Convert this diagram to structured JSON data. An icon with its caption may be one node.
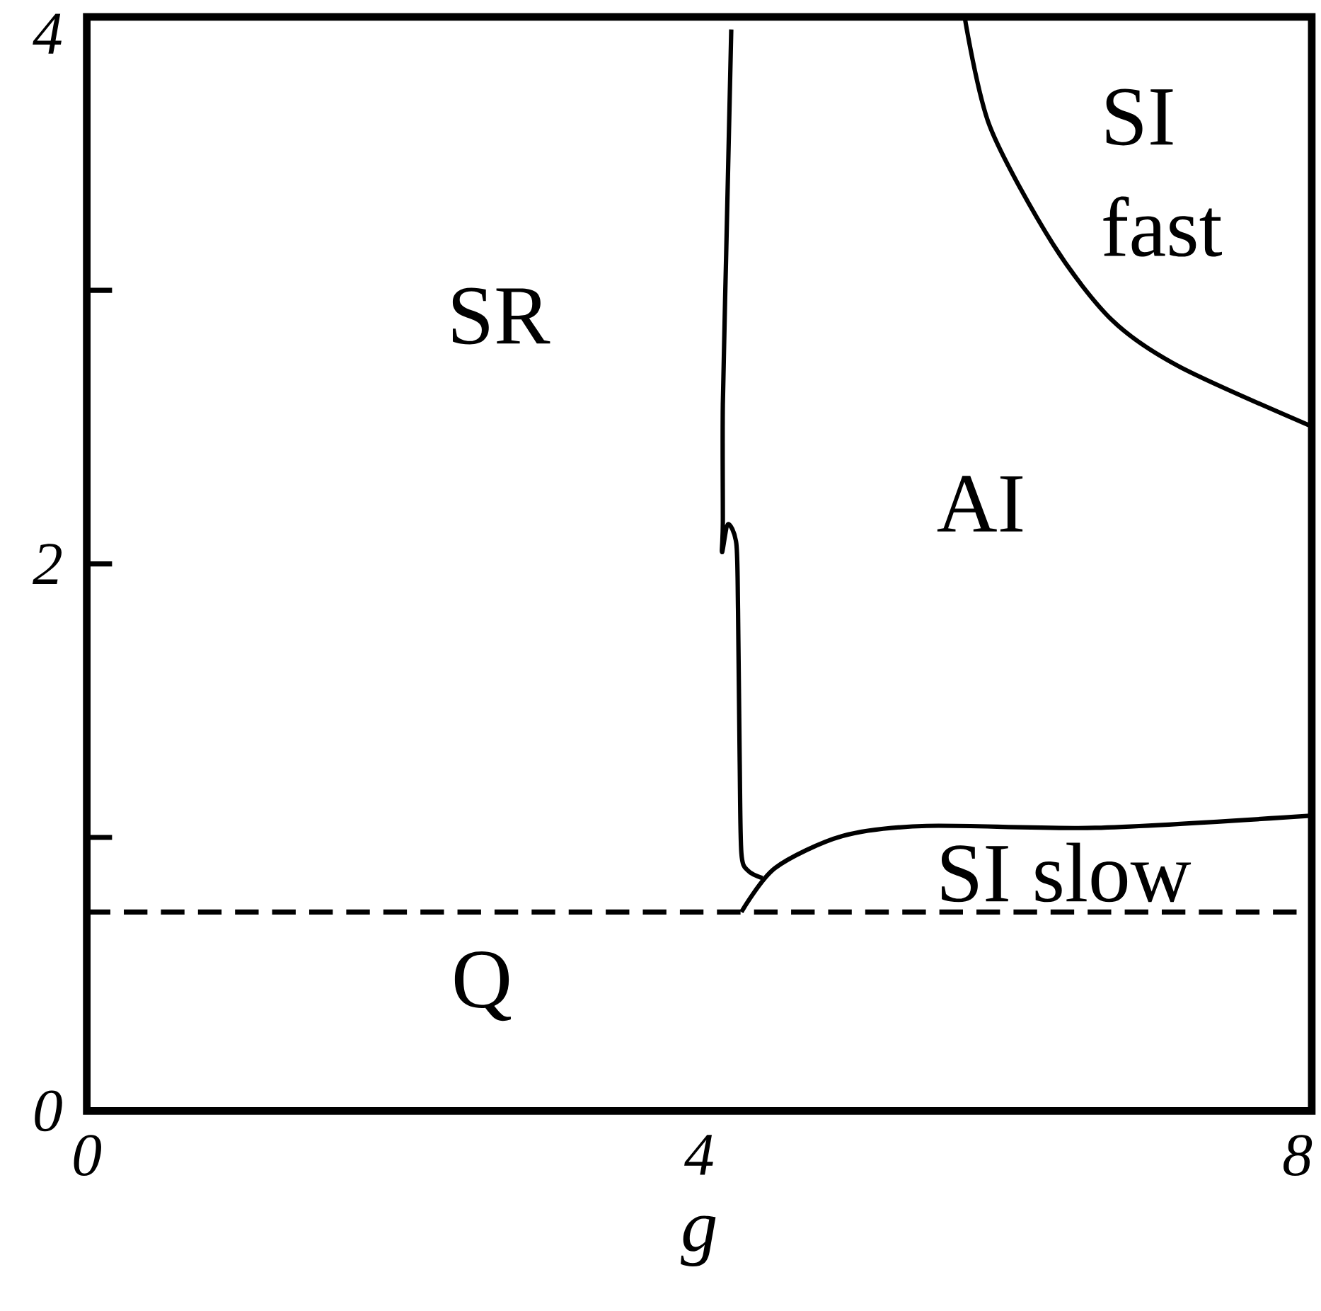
{
  "diagram": {
    "labels": [
      "SR",
      "SI fast",
      "AI",
      "SI slow",
      "Q"
    ],
    "chart_data": {
      "type": "line",
      "xlabel": "g",
      "xlim": [
        0,
        8
      ],
      "ylim": [
        0,
        4
      ],
      "xticks": [
        0,
        4,
        8
      ],
      "yticks": [
        0,
        2,
        4
      ],
      "series": [
        {
          "color": "#000000",
          "x": [
            4.209,
            4.176,
            4.154,
            4.154,
            4.149,
            4.187,
            4.242,
            4.253,
            4.264,
            4.275,
            4.319,
            4.413
          ],
          "values": [
            3.954,
            3.137,
            2.583,
            2.151,
            2.043,
            2.145,
            2.074,
            1.837,
            1.282,
            0.943,
            0.878,
            0.851
          ]
        },
        {
          "color": "#000000",
          "x": [
            4.275,
            4.495,
            4.935,
            5.486,
            6.586,
            7.989
          ],
          "values": [
            0.727,
            0.888,
            1.005,
            1.042,
            1.035,
            1.079
          ]
        },
        {
          "color": "#000000",
          "x": [
            5.733,
            5.898,
            6.311,
            6.696,
            7.136,
            7.989
          ],
          "values": [
            4.0,
            3.599,
            3.168,
            2.891,
            2.721,
            2.505
          ]
        },
        {
          "color": "#000000",
          "line_style": "dashed",
          "x": [
            0,
            8
          ],
          "values": [
            0.727,
            0.727
          ]
        }
      ]
    }
  }
}
